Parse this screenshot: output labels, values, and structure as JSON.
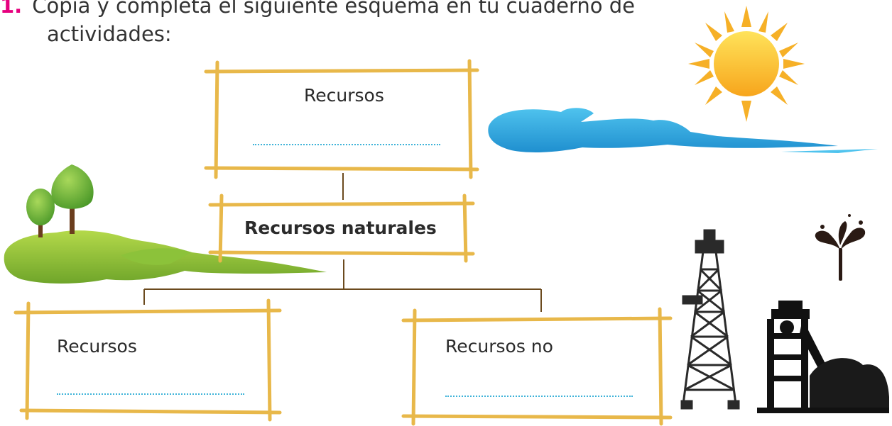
{
  "instruction": {
    "number": "1.",
    "line1": "Copia y completa el siguiente esquema en tu cuaderno de",
    "line2": "actividades:"
  },
  "boxes": {
    "top": {
      "label": "Recursos"
    },
    "middle": {
      "label": "Recursos naturales"
    },
    "left": {
      "label": "Recursos"
    },
    "right": {
      "label": "Recursos no"
    }
  },
  "colors": {
    "frame": "#e8b84a",
    "frame_dark": "#b98a2a",
    "connector": "#6b4a1e",
    "dots": "#3fb3d9",
    "number": "#e6007e"
  },
  "illustrations": [
    "sun-icon",
    "clouds-icon",
    "trees-icon",
    "grass-icon",
    "oil-derrick-icon",
    "mine-tower-icon",
    "oil-splash-icon"
  ]
}
